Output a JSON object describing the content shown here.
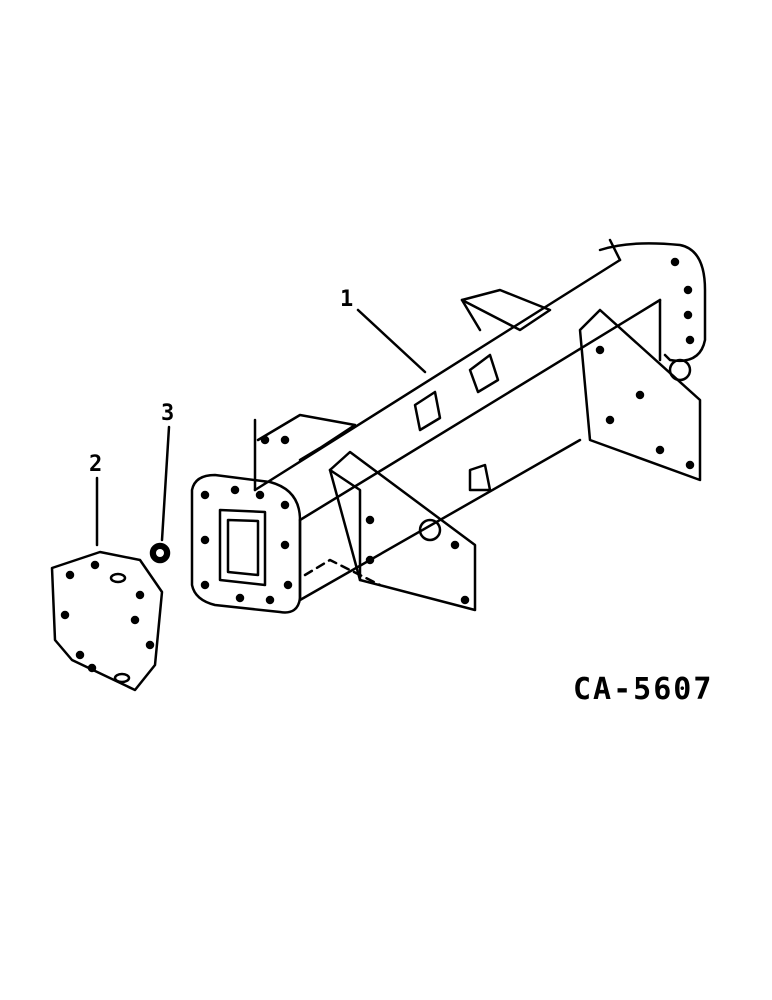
{
  "callouts": [
    {
      "number": "1"
    },
    {
      "number": "2"
    },
    {
      "number": "3"
    }
  ],
  "figure_code": "CA-5607"
}
